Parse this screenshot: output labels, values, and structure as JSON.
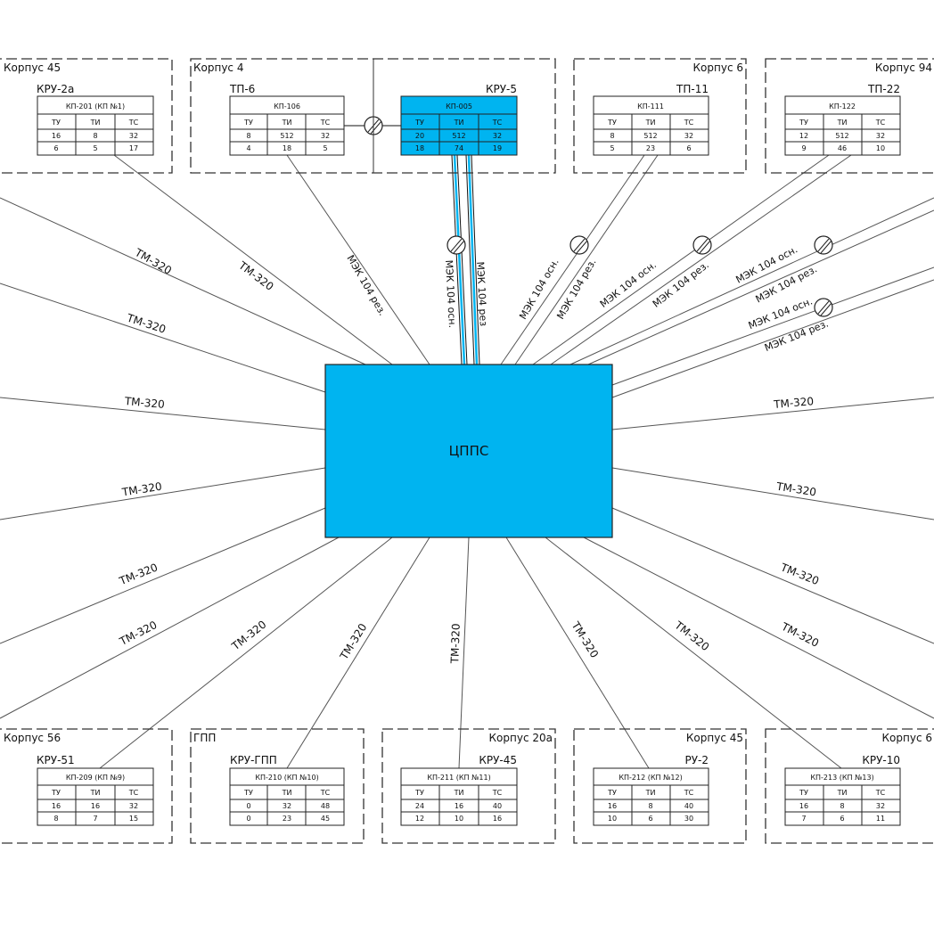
{
  "center": {
    "label": "ЦППС",
    "fill": "#00b4f0"
  },
  "colors": {
    "accent": "#00b4f0",
    "line": "#555555"
  },
  "columns": [
    "ТУ",
    "ТИ",
    "ТС"
  ],
  "blocks": [
    {
      "frame": "Корпус 45",
      "device": "КРУ-2а",
      "kp": "КП-201 (КП №1)",
      "rows": [
        [
          "16",
          "8",
          "32"
        ],
        [
          "6",
          "5",
          "17"
        ]
      ],
      "link": "ТМ-320"
    },
    {
      "frame": "Корпус 4",
      "device": "ТП-6",
      "kp": "КП-106",
      "rows": [
        [
          "8",
          "512",
          "32"
        ],
        [
          "4",
          "18",
          "5"
        ]
      ],
      "link": "МЭК 104 рез."
    },
    {
      "frame": "",
      "device": "КРУ-5",
      "kp": "КП-005",
      "rows": [
        [
          "20",
          "512",
          "32"
        ],
        [
          "18",
          "74",
          "19"
        ]
      ],
      "highlight": true,
      "link_main": "МЭК 104 осн.",
      "link_reserve": "МЭК 104 рез"
    },
    {
      "frame": "Корпус 6",
      "device": "ТП-11",
      "kp": "КП-111",
      "rows": [
        [
          "8",
          "512",
          "32"
        ],
        [
          "5",
          "23",
          "6"
        ]
      ],
      "link_main": "МЭК 104 осн.",
      "link_reserve": "МЭК 104 рез."
    },
    {
      "frame": "Корпус 94",
      "device": "ТП-22",
      "kp": "КП-122",
      "rows": [
        [
          "12",
          "512",
          "32"
        ],
        [
          "9",
          "46",
          "10"
        ]
      ],
      "link_main": "МЭК 104 осн.",
      "link_reserve": "МЭК 104 рез."
    },
    {
      "frame": "Корпус 56",
      "device": "КРУ-51",
      "kp": "КП-209 (КП №9)",
      "rows": [
        [
          "16",
          "16",
          "32"
        ],
        [
          "8",
          "7",
          "15"
        ]
      ],
      "link": "ТМ-320"
    },
    {
      "frame": "ГПП",
      "device": "КРУ-ГПП",
      "kp": "КП-210 (КП №10)",
      "rows": [
        [
          "0",
          "32",
          "48"
        ],
        [
          "0",
          "23",
          "45"
        ]
      ],
      "link": "ТМ-320"
    },
    {
      "frame": "Корпус 20а",
      "device": "КРУ-45",
      "kp": "КП-211 (КП №11)",
      "rows": [
        [
          "24",
          "16",
          "40"
        ],
        [
          "12",
          "10",
          "16"
        ]
      ],
      "link": "ТМ-320"
    },
    {
      "frame": "Корпус 45",
      "device": "РУ-2",
      "kp": "КП-212 (КП №12)",
      "rows": [
        [
          "16",
          "8",
          "40"
        ],
        [
          "10",
          "6",
          "30"
        ]
      ],
      "link": "ТМ-320"
    },
    {
      "frame": "Корпус 6",
      "device": "КРУ-10",
      "kp": "КП-213 (КП №13)",
      "rows": [
        [
          "16",
          "8",
          "32"
        ],
        [
          "7",
          "6",
          "11"
        ]
      ],
      "link": "ТМ-320"
    }
  ],
  "side_links": {
    "tm": "ТМ-320",
    "mek_main": "МЭК 104 осн.",
    "mek_reserve": "МЭК 104 рез."
  }
}
